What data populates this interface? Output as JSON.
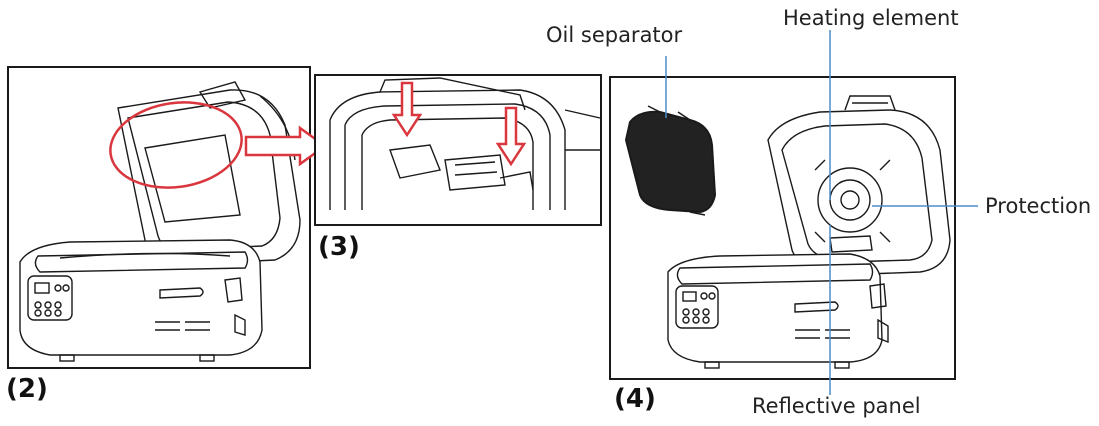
{
  "labels": {
    "oil_separator": "Oil separator",
    "heating_element": "Heating element",
    "protection": "Protection",
    "reflective_panel": "Reflective panel"
  },
  "steps": {
    "step_2": "(2)",
    "step_3": "(3)",
    "step_4": "(4)"
  },
  "colors": {
    "line": "#1a1a1a",
    "highlight": "#d9363e",
    "separator_fill": "#222222"
  }
}
